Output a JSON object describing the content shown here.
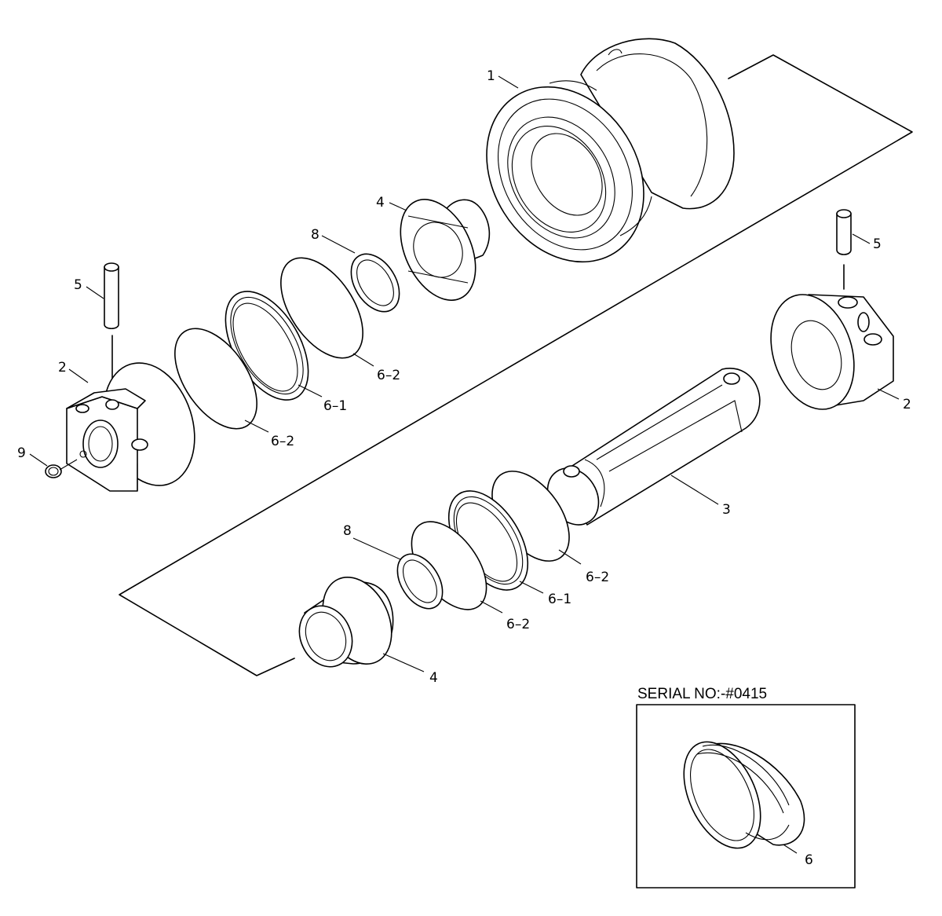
{
  "callouts": {
    "c1": "1",
    "c2_left": "2",
    "c2_right": "2",
    "c3": "3",
    "c4_upper": "4",
    "c4_lower": "4",
    "c5_left": "5",
    "c5_right": "5",
    "c6_inset": "6",
    "c6_1_upper": "6–1",
    "c6_1_lower": "6–1",
    "c6_2_a": "6–2",
    "c6_2_b": "6–2",
    "c6_2_c": "6–2",
    "c6_2_d": "6–2",
    "c8_upper": "8",
    "c8_lower": "8",
    "c9": "9"
  },
  "inset": {
    "title": "SERIAL NO:-#0415"
  }
}
